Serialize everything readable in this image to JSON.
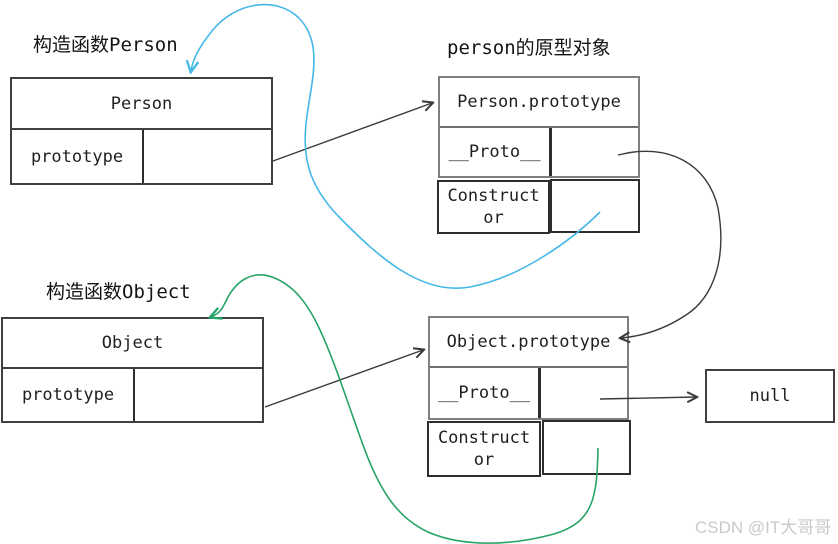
{
  "labels": {
    "person_constructor_label": "构造函数Person",
    "person_prototype_label": "person的原型对象",
    "object_constructor_label": "构造函数Object"
  },
  "boxes": {
    "person": {
      "title": "Person",
      "field": "prototype"
    },
    "person_prototype": {
      "title": "Person.prototype",
      "proto_field": "__Proto__",
      "constructor_field": "Construct\nor"
    },
    "object": {
      "title": "Object",
      "field": "prototype"
    },
    "object_prototype": {
      "title": "Object.prototype",
      "proto_field": "__Proto__",
      "constructor_field": "Construct\nor"
    },
    "null_box": {
      "title": "null"
    }
  },
  "watermark": "CSDN @IT大哥哥",
  "colors": {
    "line": "#3a3a3a",
    "cyan_arrow": "#44b8e8",
    "green_arrow": "#27a467",
    "watermark": "#cacaca"
  }
}
